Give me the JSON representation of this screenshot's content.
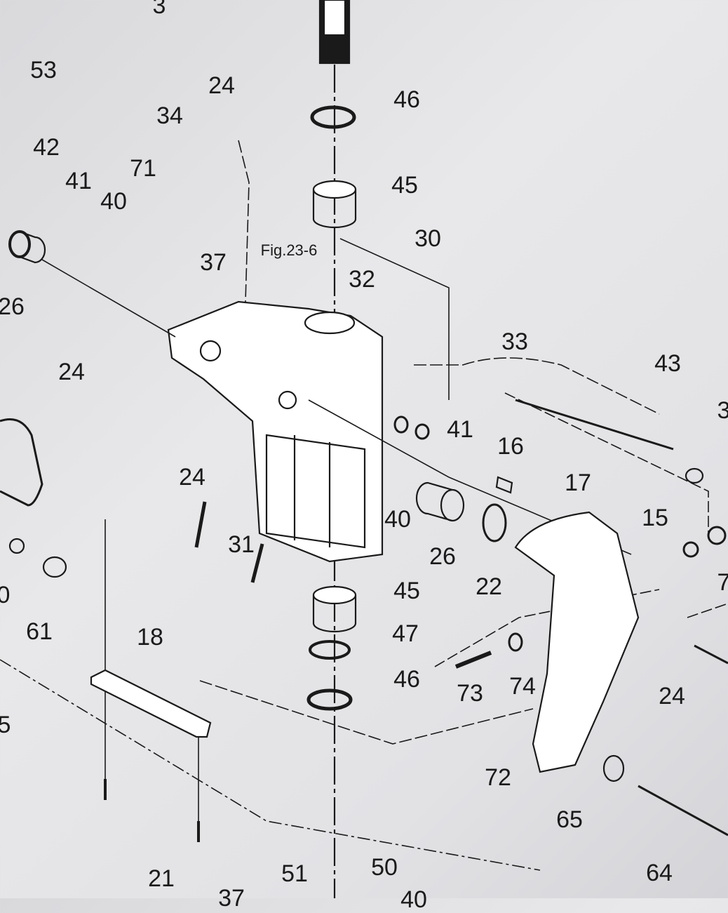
{
  "diagram": {
    "callouts": [
      "3",
      "53",
      "24",
      "46",
      "34",
      "42",
      "71",
      "41",
      "40",
      "45",
      "30",
      "Fig.23-6",
      "37",
      "32",
      "26",
      "33",
      "43",
      "24",
      "3",
      "41",
      "16",
      "17",
      "24",
      "40",
      "15",
      "31",
      "26",
      "22",
      "45",
      "0",
      "61",
      "47",
      "18",
      "7",
      "46",
      "73",
      "74",
      "24",
      "5",
      "72",
      "65",
      "21",
      "51",
      "50",
      "64",
      "37",
      "40"
    ]
  }
}
